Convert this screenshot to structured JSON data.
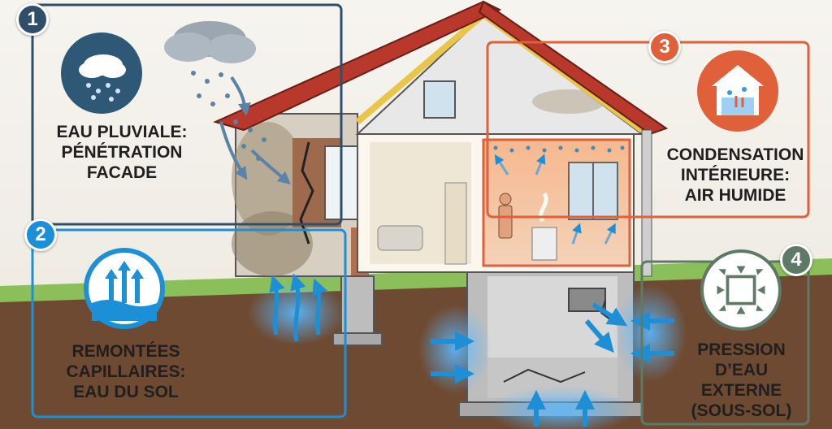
{
  "panels": [
    {
      "number": "1",
      "lines": [
        "EAU PLUVIALE:",
        "PÉNÉTRATION",
        "FACADE"
      ],
      "color": "#2f4e6a",
      "icon": "rain-cloud-icon"
    },
    {
      "number": "2",
      "lines": [
        "REMONTÉES",
        "CAPILLAIRES:",
        "EAU DU SOL"
      ],
      "color": "#1d8fd6",
      "icon": "capillary-rise-icon"
    },
    {
      "number": "3",
      "lines": [
        "CONDENSATION",
        "INTÉRIEURE:",
        "AIR HUMIDE"
      ],
      "color": "#e0603a",
      "icon": "condensation-house-icon"
    },
    {
      "number": "4",
      "lines": [
        "PRESSION",
        "D’EAU",
        "EXTERNE",
        "(SOUS-SOL)"
      ],
      "color": "#5e7a66",
      "icon": "external-pressure-icon"
    }
  ],
  "colors": {
    "water": "#2d9be8",
    "roof": "#b8392c",
    "ground": "#6e4a32",
    "grass": "#8bbf5a"
  }
}
